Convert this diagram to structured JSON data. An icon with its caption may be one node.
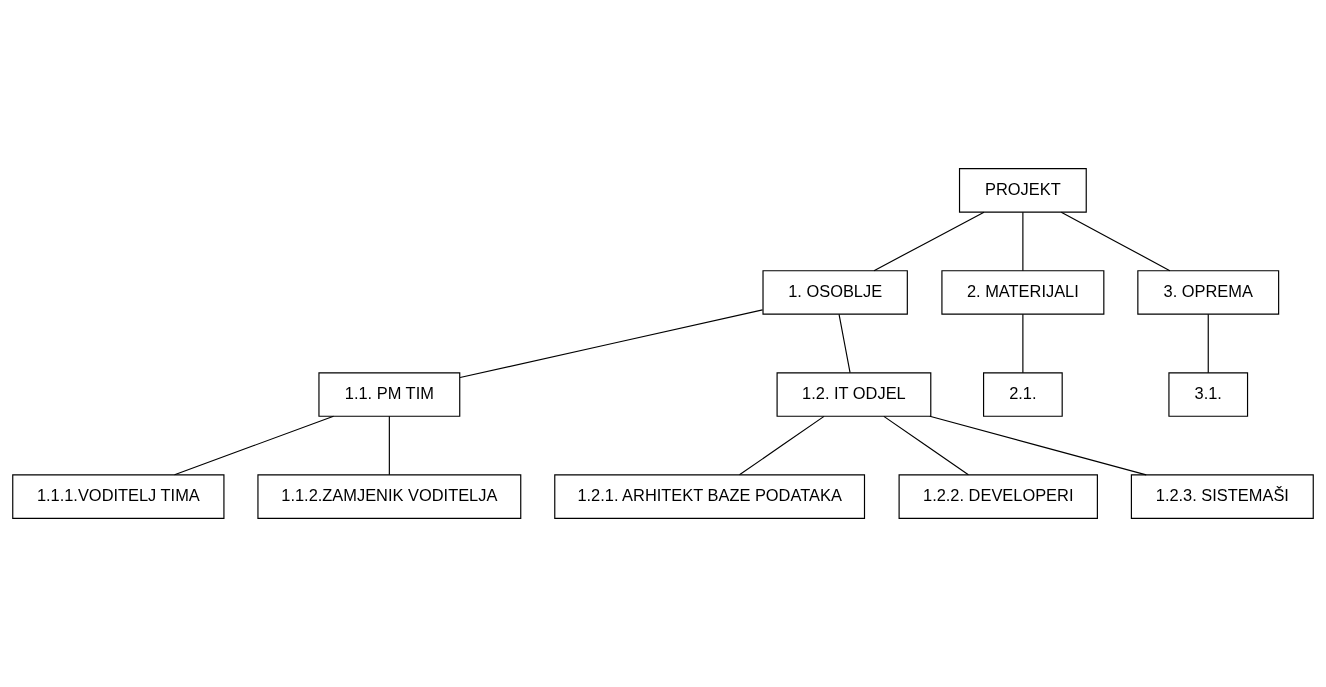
{
  "diagram": {
    "nodes": [
      {
        "text": [
          "PROJEKT"
        ]
      },
      {
        "text": [
          "1. OSOBLJE"
        ]
      },
      {
        "text": [
          "2. MATERIJALI"
        ]
      },
      {
        "text": [
          "3. OPREMA"
        ]
      },
      {
        "text": [
          "1.1. PM TIM"
        ]
      },
      {
        "text": [
          "1.2. IT ODJEL"
        ]
      },
      {
        "text": [
          "2.1."
        ]
      },
      {
        "text": [
          "3.1."
        ]
      },
      {
        "text": [
          "1.1.1.VODITELJ TIMA"
        ]
      },
      {
        "text": [
          "1.1.2.ZAMJENIK VODITELJA"
        ]
      },
      {
        "text": [
          "1.2.1. ARHITEKT BAZE PODATAKA"
        ]
      },
      {
        "text": [
          "1.2.2. DEVELOPERI"
        ]
      },
      {
        "text": [
          "1.2.3. SISTEMAŠI"
        ]
      }
    ],
    "edges": [
      {
        "from": 0,
        "to": 1,
        "arrow": "none"
      },
      {
        "from": 0,
        "to": 2,
        "arrow": "none"
      },
      {
        "from": 0,
        "to": 3,
        "arrow": "none"
      },
      {
        "from": 1,
        "to": 4,
        "arrow": "none"
      },
      {
        "from": 1,
        "to": 5,
        "arrow": "none"
      },
      {
        "from": 2,
        "to": 6,
        "arrow": "none"
      },
      {
        "from": 3,
        "to": 7,
        "arrow": "none"
      },
      {
        "from": 4,
        "to": 8,
        "arrow": "none"
      },
      {
        "from": 4,
        "to": 9,
        "arrow": "none"
      },
      {
        "from": 5,
        "to": 10,
        "arrow": "none"
      },
      {
        "from": 5,
        "to": 11,
        "arrow": "none"
      },
      {
        "from": 5,
        "to": 12,
        "arrow": "none"
      }
    ]
  }
}
